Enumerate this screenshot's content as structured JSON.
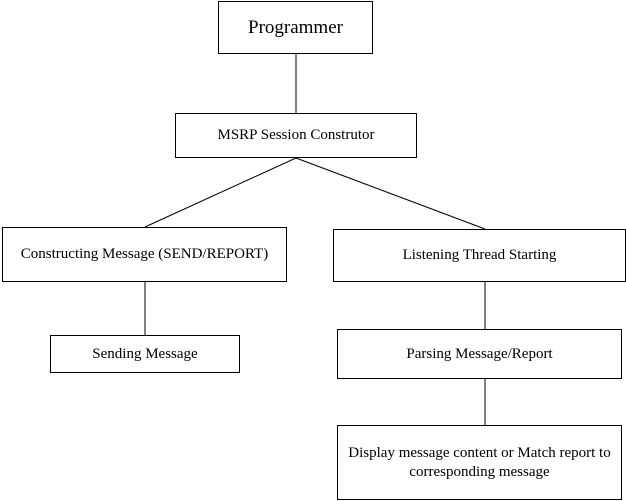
{
  "diagram": {
    "nodes": {
      "programmer": "Programmer",
      "msrp": "MSRP Session Construtor",
      "construct": "Constructing Message (SEND/REPORT)",
      "listen": "Listening Thread Starting",
      "sending": "Sending Message",
      "parsing": "Parsing Message/Report",
      "display": "Display message content or Match report to corresponding message"
    },
    "edges": [
      {
        "from": "programmer",
        "to": "msrp"
      },
      {
        "from": "msrp",
        "to": "construct"
      },
      {
        "from": "msrp",
        "to": "listen"
      },
      {
        "from": "construct",
        "to": "sending"
      },
      {
        "from": "listen",
        "to": "parsing"
      },
      {
        "from": "parsing",
        "to": "display"
      }
    ]
  }
}
